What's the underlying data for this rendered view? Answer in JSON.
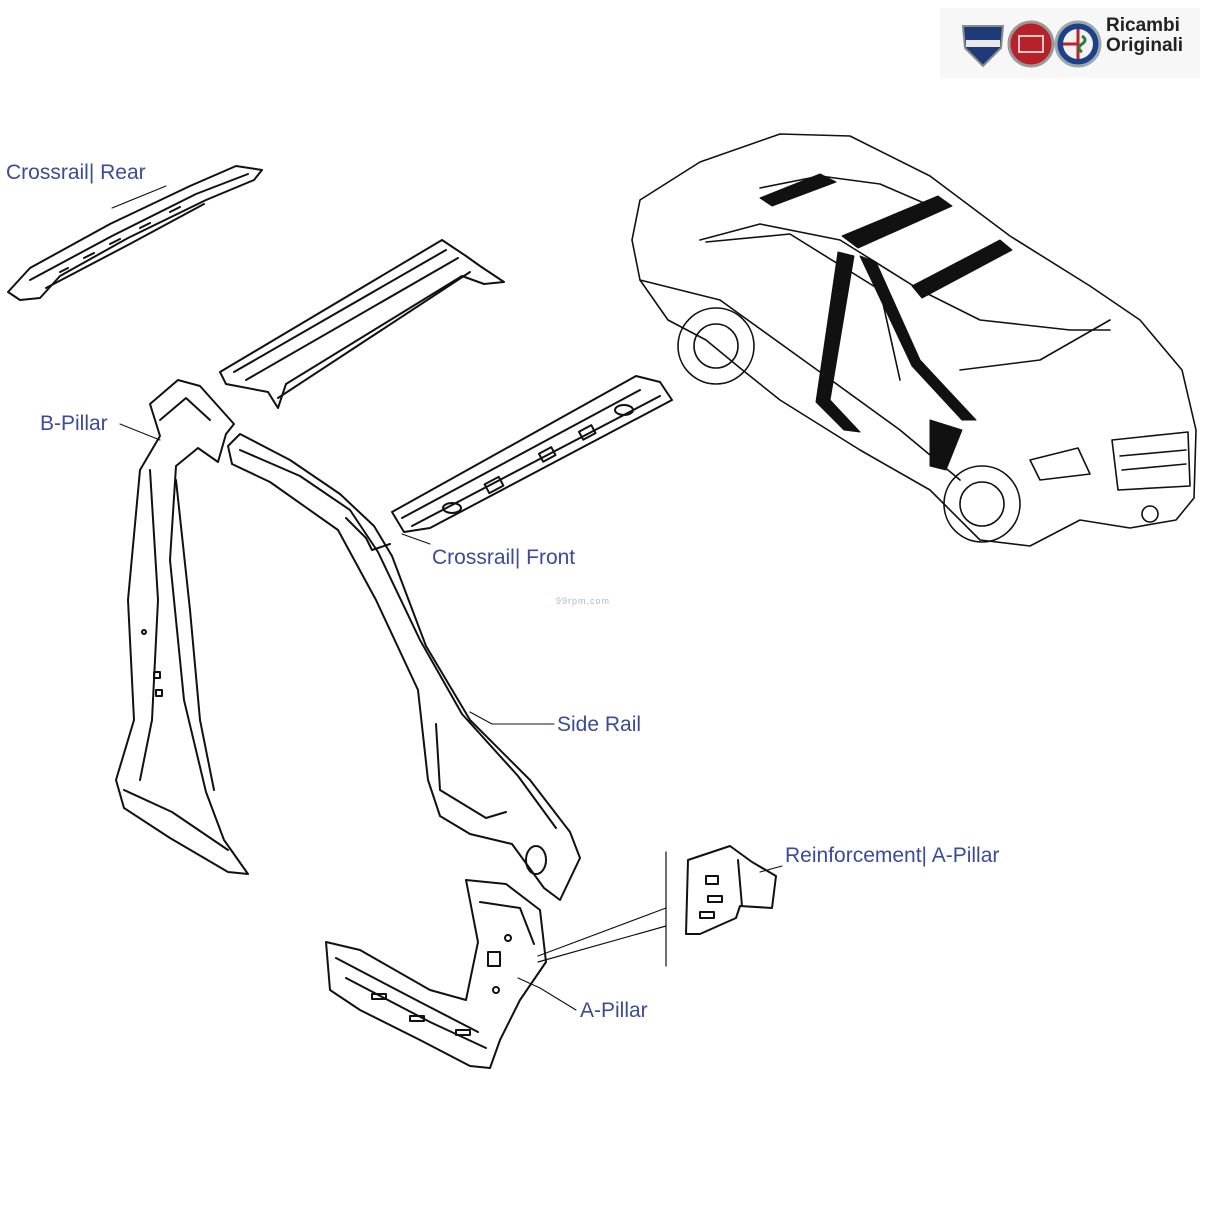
{
  "brand": {
    "line1": "Ricambi",
    "line2": "Originali",
    "logos": [
      "lancia-logo",
      "fiat-logo",
      "alfa-romeo-logo"
    ]
  },
  "watermark": "99rpm.com",
  "labels": {
    "crossrail_rear": "Crossrail| Rear",
    "b_pillar": "B-Pillar",
    "crossrail_front": "Crossrail| Front",
    "side_rail": "Side Rail",
    "reinforcement_a_pillar": "Reinforcement| A-Pillar",
    "a_pillar": "A-Pillar"
  },
  "colors": {
    "label": "#3b4a9a",
    "line": "#111111"
  }
}
